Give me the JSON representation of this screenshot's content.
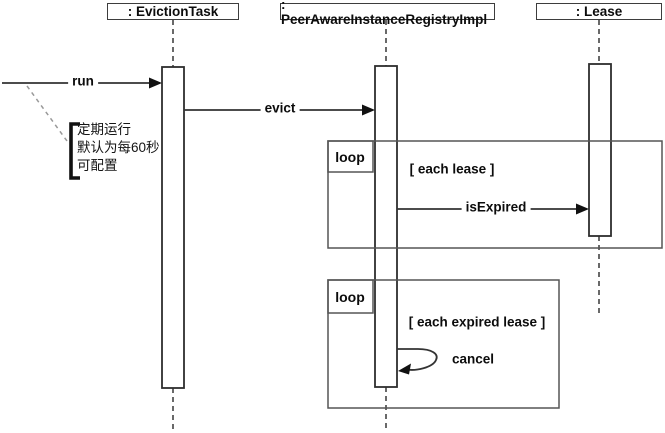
{
  "diagram": {
    "type": "uml-sequence-diagram",
    "participants": [
      {
        "name": ": EvictionTask"
      },
      {
        "name": ": PeerAwareInstanceRegistryImpl"
      },
      {
        "name": ": Lease"
      }
    ],
    "messages": {
      "run": "run",
      "evict": "evict",
      "is_expired": "isExpired",
      "cancel": "cancel"
    },
    "loops": [
      {
        "label": "loop",
        "guard": "[ each lease ]"
      },
      {
        "label": "loop",
        "guard": "[ each expired lease ]"
      }
    ],
    "note": {
      "lines": [
        "定期运行",
        "默认为每60秒",
        "可配置"
      ]
    },
    "colors": {
      "background": "#ffffff",
      "line": "#333333",
      "frame_border": "#555555",
      "lifeline_dash": "#444444",
      "note_connector": "#999999",
      "text": "#0c0c0c"
    }
  }
}
